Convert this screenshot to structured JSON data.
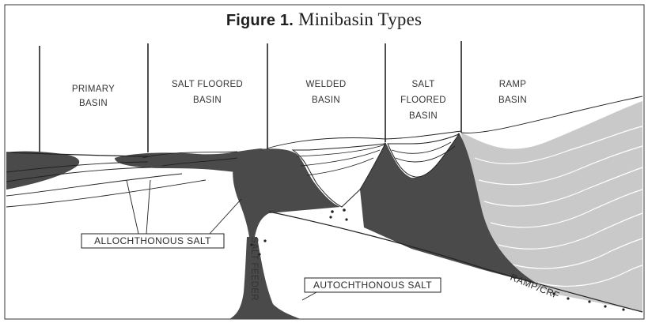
{
  "figure": {
    "title_prefix": "Figure 1.",
    "title_text": "Minibasin Types"
  },
  "basins": [
    {
      "line1": "PRIMARY",
      "line2": "BASIN",
      "line3": ""
    },
    {
      "line1": "SALT FLOORED",
      "line2": "BASIN",
      "line3": ""
    },
    {
      "line1": "WELDED",
      "line2": "BASIN",
      "line3": ""
    },
    {
      "line1": "SALT",
      "line2": "FLOORED",
      "line3": "BASIN"
    },
    {
      "line1": "RAMP",
      "line2": "BASIN",
      "line3": ""
    }
  ],
  "callouts": {
    "allochthonous": "ALLOCHTHONOUS SALT",
    "autochthonous": "AUTOCHTHONOUS SALT",
    "salt_feeder": "SALT FEEDER",
    "ramp": "RAMP/CRF"
  },
  "colors": {
    "salt": "#4a4a4a",
    "ramp_fill": "#c8c8c8",
    "line": "#222222",
    "strata": "#ffffff"
  }
}
